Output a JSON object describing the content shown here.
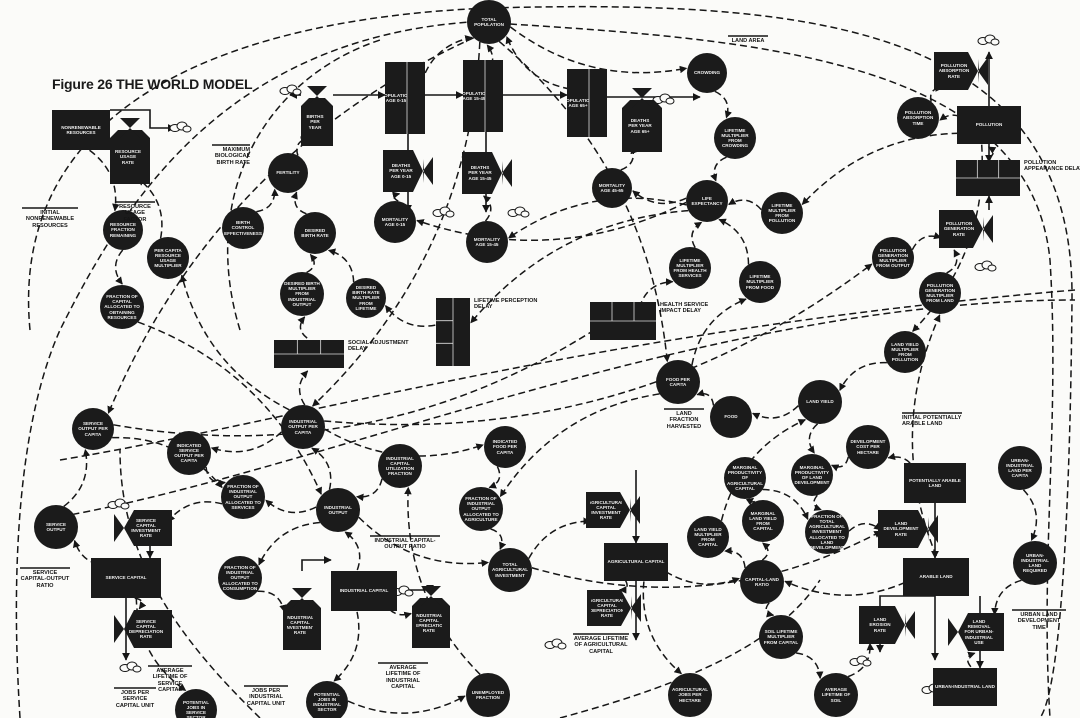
{
  "title": "Figure 26 THE WORLD MODEL",
  "nodes": [
    {
      "id": "total_population",
      "kind": "aux",
      "label": "Total Population"
    },
    {
      "id": "crowding",
      "kind": "aux",
      "label": "Crowding"
    },
    {
      "id": "crowding_lifetime",
      "kind": "aux",
      "label": "Lifetime Multiplier from Crowding"
    },
    {
      "id": "lifetime",
      "kind": "aux",
      "label": "Life Expectancy"
    },
    {
      "id": "mortality_45_65",
      "kind": "aux",
      "label": "Mortality Age 45-65"
    },
    {
      "id": "mortality_0_15",
      "kind": "aux",
      "label": "Mortality Age 0-15"
    },
    {
      "id": "mortality_15_45",
      "kind": "aux",
      "label": "Mortality Age 15-45"
    },
    {
      "id": "fertility",
      "kind": "aux",
      "label": "Fertility"
    },
    {
      "id": "birth_control",
      "kind": "aux",
      "label": "Birth Control Effectiveness"
    },
    {
      "id": "desired_birth_rate",
      "kind": "aux",
      "label": "Desired Birth Rate"
    },
    {
      "id": "desired_birth_mult",
      "kind": "aux",
      "label": "Desired Birth Multiplier from Industrial Output"
    },
    {
      "id": "desired_birth_life",
      "kind": "aux",
      "label": "Desired Birth Rate Multiplier from Lifetime"
    },
    {
      "id": "resource_fraction_remaining",
      "kind": "aux",
      "label": "Resource Fraction Remaining"
    },
    {
      "id": "per_capita_resource_mult",
      "kind": "aux",
      "label": "Per Capita Resource Usage Multiplier"
    },
    {
      "id": "fraction_capital_resources",
      "kind": "aux",
      "label": "Fraction of Capital Allocated to Obtaining Resources"
    },
    {
      "id": "lifetime_mult_pollution",
      "kind": "aux",
      "label": "Lifetime Multiplier from Pollution"
    },
    {
      "id": "lifetime_mult_health",
      "kind": "aux",
      "label": "Lifetime Multiplier from Health Services"
    },
    {
      "id": "lifetime_mult_food",
      "kind": "aux",
      "label": "Lifetime Multiplier from Food"
    },
    {
      "id": "pollution_absorption_time",
      "kind": "aux",
      "label": "Pollution Absorption Time"
    },
    {
      "id": "pollution_gen_output",
      "kind": "aux",
      "label": "Pollution Generation Multiplier from Output"
    },
    {
      "id": "pollution_gen_land",
      "kind": "aux",
      "label": "Pollution Generation Multiplier from Land"
    },
    {
      "id": "land_yield_pollution",
      "kind": "aux",
      "label": "Land Yield Multiplier from Pollution"
    },
    {
      "id": "food_per_capita",
      "kind": "aux",
      "label": "Food per Capita"
    },
    {
      "id": "food",
      "kind": "aux",
      "label": "Food"
    },
    {
      "id": "land_yield",
      "kind": "aux",
      "label": "Land Yield"
    },
    {
      "id": "development_cost",
      "kind": "aux",
      "label": "Development Cost per Hectare"
    },
    {
      "id": "marginal_prod_land_dev",
      "kind": "aux",
      "label": "Marginal Productivity of Land Development"
    },
    {
      "id": "marginal_prod_ag_capital",
      "kind": "aux",
      "label": "Marginal Productivity of Agricultural Capital"
    },
    {
      "id": "urban_land_per_capita",
      "kind": "aux",
      "label": "Urban-Industrial Land per Capita"
    },
    {
      "id": "land_yield_capital",
      "kind": "aux",
      "label": "Land Yield Multiplier from Capital"
    },
    {
      "id": "marginal_land_yield",
      "kind": "aux",
      "label": "Marginal Land Yield from Capital"
    },
    {
      "id": "fraction_ag_to_dev",
      "kind": "aux",
      "label": "Fraction of Total Agricultural Investment Allocated to Land Development"
    },
    {
      "id": "capital_land_ratio",
      "kind": "aux",
      "label": "Capital-Land Ratio"
    },
    {
      "id": "urban_land_required",
      "kind": "aux",
      "label": "Urban-Industrial Land Required"
    },
    {
      "id": "soil_lifetime_mult",
      "kind": "aux",
      "label": "Soil Lifetime Multiplier from Capital"
    },
    {
      "id": "average_soil_lifetime",
      "kind": "aux",
      "label": "Average Lifetime of Soil"
    },
    {
      "id": "ag_jobs",
      "kind": "aux",
      "label": "Agricultural Jobs per Hectare"
    },
    {
      "id": "unemployed_fraction",
      "kind": "aux",
      "label": "Unemployed Fraction"
    },
    {
      "id": "potential_jobs_industrial",
      "kind": "aux",
      "label": "Potential Jobs in Industrial Sector"
    },
    {
      "id": "potential_jobs_service",
      "kind": "aux",
      "label": "Potential Jobs in Service Sector"
    },
    {
      "id": "service_output_per_capita",
      "kind": "aux",
      "label": "Service Output per Capita"
    },
    {
      "id": "industrial_output_per_capita",
      "kind": "aux",
      "label": "Industrial Output per Capita"
    },
    {
      "id": "indicated_service",
      "kind": "aux",
      "label": "Indicated Service Output per Capita"
    },
    {
      "id": "indicated_food",
      "kind": "aux",
      "label": "Indicated Food per Capita"
    },
    {
      "id": "industrial_capital_util",
      "kind": "aux",
      "label": "Industrial Capital Utilization Fraction"
    },
    {
      "id": "fraction_to_services",
      "kind": "aux",
      "label": "Fraction of Industrial Output Allocated to Services"
    },
    {
      "id": "industrial_output",
      "kind": "aux",
      "label": "Industrial Output"
    },
    {
      "id": "fraction_to_ag",
      "kind": "aux",
      "label": "Fraction of Industrial Output Allocated to Agriculture"
    },
    {
      "id": "service_output",
      "kind": "aux",
      "label": "Service Output"
    },
    {
      "id": "fraction_to_consumption",
      "kind": "aux",
      "label": "Fraction of Industrial Output Allocated to Consumption"
    },
    {
      "id": "total_ag_investment",
      "kind": "aux",
      "label": "Total Agricultural Investment"
    },
    {
      "id": "nonrenewable_resources",
      "kind": "level",
      "label": "Nonrenewable Resources"
    },
    {
      "id": "population_0_15",
      "kind": "level",
      "label": "Population Age 0-15"
    },
    {
      "id": "population_15_45",
      "kind": "level",
      "label": "Population Age 15-45"
    },
    {
      "id": "population_45_65",
      "kind": "level",
      "label": "Population Age 65+"
    },
    {
      "id": "pollution",
      "kind": "level",
      "label": "Pollution"
    },
    {
      "id": "potentially_arable_land",
      "kind": "level",
      "label": "Potentially Arable Land"
    },
    {
      "id": "arable_land",
      "kind": "level",
      "label": "Arable Land"
    },
    {
      "id": "agricultural_capital",
      "kind": "level",
      "label": "Agricultural Capital"
    },
    {
      "id": "industrial_capital",
      "kind": "level",
      "label": "Industrial Capital"
    },
    {
      "id": "service_capital",
      "kind": "level",
      "label": "Service Capital"
    },
    {
      "id": "urban_industrial_land",
      "kind": "level",
      "label": "Urban-Industrial Land"
    },
    {
      "id": "resource_usage_rate",
      "kind": "rate",
      "label": "Resource Usage Rate"
    },
    {
      "id": "births",
      "kind": "rate",
      "label": "Births per Year"
    },
    {
      "id": "deaths_0_15",
      "kind": "rate",
      "label": "Deaths per Year Age 0-15"
    },
    {
      "id": "deaths_15_45",
      "kind": "rate",
      "label": "Deaths per Year Age 15-45"
    },
    {
      "id": "deaths_45_65",
      "kind": "rate",
      "label": "Deaths per Year Age 65+"
    },
    {
      "id": "pollution_absorption_rate",
      "kind": "rate",
      "label": "Pollution Absorption Rate"
    },
    {
      "id": "pollution_generation_rate",
      "kind": "rate",
      "label": "Pollution Generation Rate"
    },
    {
      "id": "land_development_rate",
      "kind": "rate",
      "label": "Land Development Rate"
    },
    {
      "id": "land_erosion_rate",
      "kind": "rate",
      "label": "Land Erosion Rate"
    },
    {
      "id": "land_removal_rate",
      "kind": "rate",
      "label": "Land Removal for Urban-Industrial Use"
    },
    {
      "id": "ag_capital_investment_rate",
      "kind": "rate",
      "label": "Agricultural Capital Investment Rate"
    },
    {
      "id": "ag_capital_depreciation",
      "kind": "rate",
      "label": "Agricultural Capital Depreciation Rate"
    },
    {
      "id": "industrial_capital_investment_rate",
      "kind": "rate",
      "label": "Industrial Capital Investment Rate"
    },
    {
      "id": "industrial_capital_depreciation",
      "kind": "rate",
      "label": "Industrial Capital Depreciation Rate"
    },
    {
      "id": "service_capital_investment_rate",
      "kind": "rate",
      "label": "Service Capital Investment Rate"
    },
    {
      "id": "service_capital_depreciation",
      "kind": "rate",
      "label": "Service Capital Depreciation Rate"
    },
    {
      "id": "social_delay",
      "kind": "delay",
      "label": "Social Adjustment Delay"
    },
    {
      "id": "lifetime_delay",
      "kind": "delay",
      "label": "Lifetime Perception Delay"
    },
    {
      "id": "health_delay",
      "kind": "delay",
      "label": "Health Service Impact Delay"
    },
    {
      "id": "pollution_delay",
      "kind": "delay",
      "label": "Pollution Appearance Delay"
    }
  ],
  "parameters": [
    {
      "id": "land_area",
      "label": "Land Area"
    },
    {
      "id": "max_birth_rate",
      "label": "Maximum Biological Birth Rate"
    },
    {
      "id": "resource_usage_factor",
      "label": "Resource Usage Factor"
    },
    {
      "id": "initial_resources",
      "label": "Initial Nonrenewable Resources"
    },
    {
      "id": "land_fraction_harvested",
      "label": "Land Fraction Harvested"
    },
    {
      "id": "initial_arable",
      "label": "Initial Potentially Arable Land"
    },
    {
      "id": "service_cor",
      "label": "Service Capital-Output Ratio"
    },
    {
      "id": "industrial_cor",
      "label": "Industrial Capital-Output Ratio"
    },
    {
      "id": "avg_life_service",
      "label": "Average Lifetime of Service Capital"
    },
    {
      "id": "avg_life_industrial",
      "label": "Average Lifetime of Industrial Capital"
    },
    {
      "id": "avg_life_ag",
      "label": "Average Lifetime of Agricultural Capital"
    },
    {
      "id": "jobs_service",
      "label": "Jobs per Service Capital Unit"
    },
    {
      "id": "jobs_industrial",
      "label": "Jobs per Industrial Capital Unit"
    },
    {
      "id": "urban_dev_time",
      "label": "Urban Land Development Time"
    }
  ],
  "links": [
    [
      "nonrenewable_resources",
      "resource_fraction_remaining"
    ],
    [
      "resource_fraction_remaining",
      "fraction_capital_resources"
    ],
    [
      "fraction_capital_resources",
      "industrial_output"
    ],
    [
      "per_capita_resource_mult",
      "resource_usage_rate"
    ],
    [
      "industrial_output_per_capita",
      "per_capita_resource_mult"
    ],
    [
      "total_population",
      "crowding"
    ],
    [
      "crowding",
      "crowding_lifetime"
    ],
    [
      "crowding_lifetime",
      "lifetime"
    ],
    [
      "lifetime",
      "mortality_45_65"
    ],
    [
      "lifetime",
      "mortality_15_45"
    ],
    [
      "lifetime",
      "mortality_0_15"
    ],
    [
      "mortality_45_65",
      "deaths_45_65"
    ],
    [
      "mortality_0_15",
      "deaths_0_15"
    ],
    [
      "mortality_15_45",
      "deaths_15_45"
    ],
    [
      "fertility",
      "births"
    ],
    [
      "birth_control",
      "fertility"
    ],
    [
      "desired_birth_rate",
      "fertility"
    ],
    [
      "desired_birth_mult",
      "desired_birth_rate"
    ],
    [
      "social_delay",
      "desired_birth_mult"
    ],
    [
      "desired_birth_life",
      "desired_birth_rate"
    ],
    [
      "lifetime_delay",
      "desired_birth_life"
    ],
    [
      "lifetime_mult_pollution",
      "lifetime"
    ],
    [
      "lifetime_mult_health",
      "lifetime"
    ],
    [
      "lifetime_mult_food",
      "lifetime"
    ],
    [
      "health_delay",
      "lifetime_mult_health"
    ],
    [
      "service_output_per_capita",
      "health_delay"
    ],
    [
      "food_per_capita",
      "lifetime_mult_food"
    ],
    [
      "pollution",
      "pollution_absorption_time"
    ],
    [
      "pollution_absorption_time",
      "pollution_absorption_rate"
    ],
    [
      "pollution",
      "lifetime_mult_pollution"
    ],
    [
      "pollution_gen_output",
      "pollution_generation_rate"
    ],
    [
      "pollution_gen_land",
      "pollution_generation_rate"
    ],
    [
      "pollution",
      "land_yield_pollution"
    ],
    [
      "land_yield_pollution",
      "land_yield"
    ],
    [
      "land_yield",
      "food"
    ],
    [
      "food",
      "food_per_capita"
    ],
    [
      "total_population",
      "food_per_capita"
    ],
    [
      "land_yield",
      "marginal_prod_land_dev"
    ],
    [
      "development_cost",
      "marginal_prod_land_dev"
    ],
    [
      "potentially_arable_land",
      "development_cost"
    ],
    [
      "land_yield_capital",
      "land_yield"
    ],
    [
      "capital_land_ratio",
      "land_yield_capital"
    ],
    [
      "arable_land",
      "capital_land_ratio"
    ],
    [
      "agricultural_capital",
      "capital_land_ratio"
    ],
    [
      "marginal_land_yield",
      "marginal_prod_ag_capital"
    ],
    [
      "capital_land_ratio",
      "marginal_land_yield"
    ],
    [
      "marginal_prod_ag_capital",
      "fraction_ag_to_dev"
    ],
    [
      "marginal_prod_land_dev",
      "fraction_ag_to_dev"
    ],
    [
      "fraction_ag_to_dev",
      "land_development_rate"
    ],
    [
      "total_ag_investment",
      "land_development_rate"
    ],
    [
      "total_ag_investment",
      "ag_capital_investment_rate"
    ],
    [
      "capital_land_ratio",
      "soil_lifetime_mult"
    ],
    [
      "soil_lifetime_mult",
      "average_soil_lifetime"
    ],
    [
      "average_soil_lifetime",
      "land_erosion_rate"
    ],
    [
      "urban_land_per_capita",
      "urban_land_required"
    ],
    [
      "urban_land_required",
      "land_removal_rate"
    ],
    [
      "urban_industrial_land",
      "land_removal_rate"
    ],
    [
      "industrial_output",
      "industrial_output_per_capita"
    ],
    [
      "industrial_output_per_capita",
      "indicated_service"
    ],
    [
      "indicated_service",
      "fraction_to_services"
    ],
    [
      "service_output_per_capita",
      "fraction_to_services"
    ],
    [
      "fraction_to_services",
      "service_capital_investment_rate"
    ],
    [
      "industrial_output",
      "fraction_to_services"
    ],
    [
      "industrial_output",
      "fraction_to_consumption"
    ],
    [
      "fraction_to_consumption",
      "industrial_capital_investment_rate"
    ],
    [
      "industrial_capital",
      "industrial_output"
    ],
    [
      "industrial_capital_util",
      "industrial_output"
    ],
    [
      "industrial_output_per_capita",
      "indicated_food"
    ],
    [
      "indicated_food",
      "fraction_to_ag"
    ],
    [
      "food_per_capita",
      "fraction_to_ag"
    ],
    [
      "fraction_to_ag",
      "total_ag_investment"
    ],
    [
      "industrial_output",
      "total_ag_investment"
    ],
    [
      "service_capital",
      "service_output"
    ],
    [
      "service_output",
      "service_output_per_capita"
    ],
    [
      "service_capital",
      "service_capital_depreciation"
    ],
    [
      "industrial_capital",
      "industrial_capital_depreciation"
    ],
    [
      "agricultural_capital",
      "ag_capital_depreciation"
    ],
    [
      "service_capital",
      "potential_jobs_service"
    ],
    [
      "industrial_capital",
      "potential_jobs_industrial"
    ],
    [
      "potential_jobs_industrial",
      "unemployed_fraction"
    ],
    [
      "unemployed_fraction",
      "industrial_capital_util"
    ],
    [
      "agricultural_capital",
      "ag_jobs"
    ],
    [
      "population_0_15",
      "total_population"
    ],
    [
      "population_15_45",
      "total_population"
    ],
    [
      "population_45_65",
      "total_population"
    ],
    [
      "industrial_output_per_capita",
      "pollution_gen_output"
    ],
    [
      "industrial_output_per_capita",
      "social_delay"
    ],
    [
      "lifetime",
      "lifetime_delay"
    ],
    [
      "total_population",
      "industrial_output_per_capita"
    ],
    [
      "total_population",
      "service_output_per_capita"
    ],
    [
      "arable_land",
      "pollution_gen_land"
    ],
    [
      "pollution_delay",
      "pollution"
    ]
  ]
}
